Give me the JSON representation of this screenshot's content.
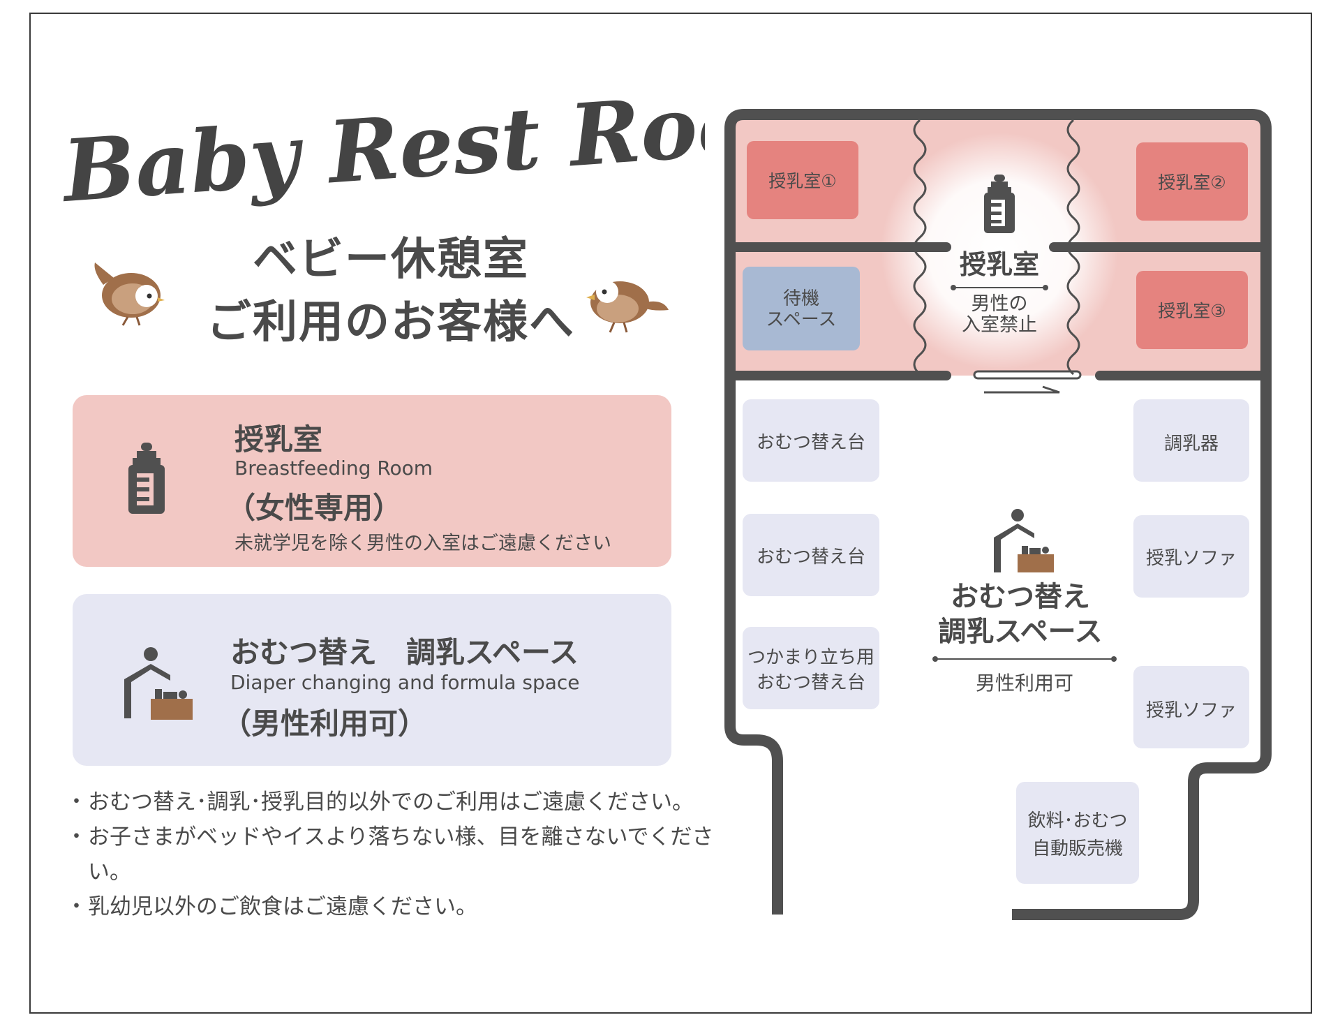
{
  "title_en": "Baby Rest Room",
  "heading": {
    "line1": "ベビー休憩室",
    "line2": "ご利用のお客様へ"
  },
  "colors": {
    "pink_room": "#f2c8c4",
    "red_booth": "#e5837f",
    "waiting_blue": "#a8b9d3",
    "lavender": "#e6e7f3",
    "wall": "#505050",
    "brown": "#a06f4a",
    "text": "#4a4a4a"
  },
  "cards": {
    "breastfeeding": {
      "icon": "baby-bottle-icon",
      "title": "授乳室",
      "english": "Breastfeeding Room",
      "sub": "（女性専用）",
      "note": "未就学児を除く男性の入室はご遠慮ください"
    },
    "diaper": {
      "icon": "diaper-changing-icon",
      "title": "おむつ替え　調乳スペース",
      "english": "Diaper changing and formula space",
      "sub": "（男性利用可）"
    }
  },
  "notes": [
    "おむつ替え･調乳･授乳目的以外でのご利用はご遠慮ください。",
    "お子さまがベッドやイスより落ちない様、目を離さないでください。",
    "乳幼児以外のご飲食はご遠慮ください。"
  ],
  "map": {
    "booth1": "授乳室①",
    "booth2": "授乳室②",
    "booth3": "授乳室③",
    "waiting_line1": "待機",
    "waiting_line2": "スペース",
    "center_title": "授乳室",
    "center_note_line1": "男性の",
    "center_note_line2": "入室禁止",
    "diaper_table_1": "おむつ替え台",
    "diaper_table_2": "おむつ替え台",
    "standing_line1": "つかまり立ち用",
    "standing_line2": "おむつ替え台",
    "formula": "調乳器",
    "sofa_1": "授乳ソファ",
    "sofa_2": "授乳ソファ",
    "vending_line1": "飲料･おむつ",
    "vending_line2": "自動販売機",
    "space_title_line1": "おむつ替え",
    "space_title_line2": "調乳スペース",
    "space_note": "男性利用可"
  }
}
